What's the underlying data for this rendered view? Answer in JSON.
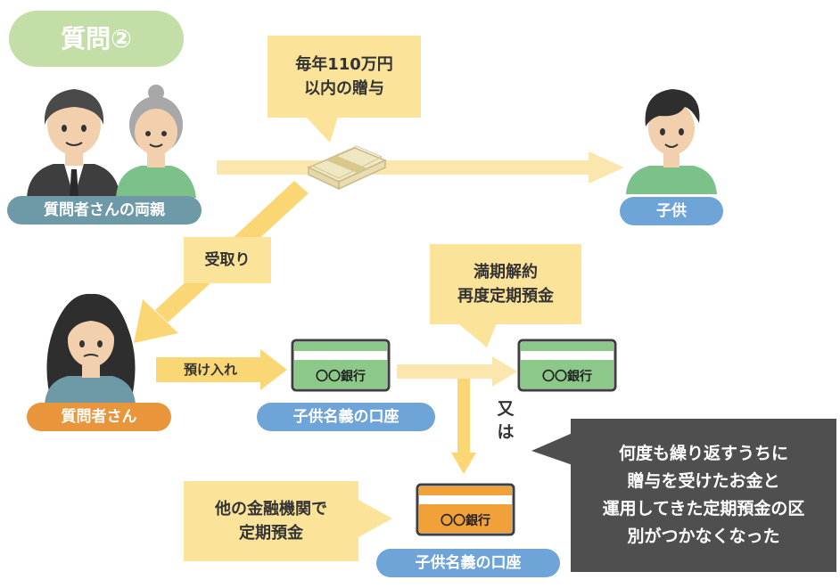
{
  "title_badge": "質問②",
  "parents_label": "質問者さんの両親",
  "child_label": "子供",
  "questioner_label": "質問者さん",
  "gift_note": [
    "毎年110万円",
    "以内の贈与"
  ],
  "receive_label": "受取り",
  "deposit_label": "預け入れ",
  "renewal_note": [
    "満期解約",
    "再度定期預金"
  ],
  "or_label": [
    "又",
    "は"
  ],
  "other_bank_note": [
    "他の金融機関で",
    "定期預金"
  ],
  "bank_card_text": "〇〇銀行",
  "account_label_1": "子供名義の口座",
  "account_label_2": "子供名義の口座",
  "speech_bubble": [
    "何度も繰り返すうちに",
    "贈与を受けたお金と",
    "運用してきた定期預金の区",
    "別がつかなくなった"
  ],
  "colors": {
    "green_card": "#8cc88a",
    "orange_card": "#f0a13a",
    "arrow": "#fad774",
    "teal": "#6e9aa7",
    "blue": "#6fa4d8",
    "orange": "#e8953c",
    "badge_green": "#c3dea7",
    "dark": "#4f4f4f"
  }
}
